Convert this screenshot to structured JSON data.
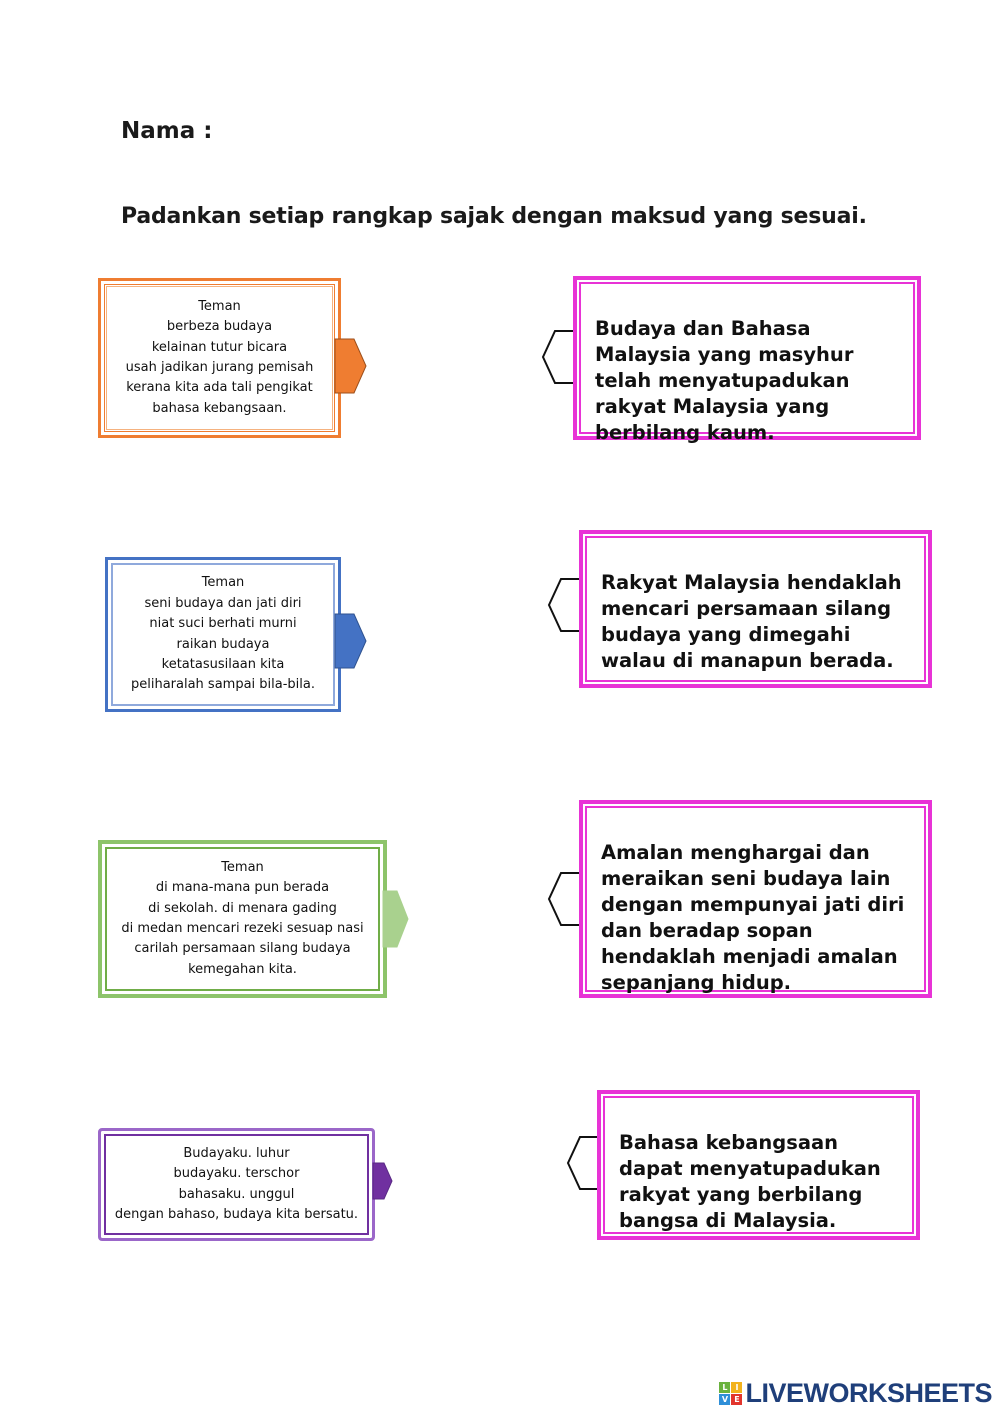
{
  "header": {
    "name_label": "Nama :",
    "instruction": "Padankan setiap rangkap sajak dengan maksud yang sesuai."
  },
  "stanzas": [
    {
      "color": "#ef7d31",
      "text": "Teman\nberbeza budaya\nkelainan tutur bicara\nusah jadikan jurang pemisah\nkerana kita ada tali pengikat\nbahasa kebangsaan."
    },
    {
      "color": "#4472c4",
      "text": "Teman\nseni budaya dan jati diri\nniat suci berhati murni\nraikan budaya\nketatasusilaan kita\npeliharalah sampai bila-bila."
    },
    {
      "color": "#70ad47",
      "text": "Teman\ndi mana-mana pun berada\ndi sekolah. di menara gading\ndi medan mencari rezeki sesuap nasi\ncarilah persamaan silang budaya\nkemegahan kita."
    },
    {
      "color": "#7030a0",
      "text": "Budayaku. luhur\nbudayaku. terschor\nbahasaku. unggul\ndengan bahaso, budaya kita bersatu."
    }
  ],
  "meanings": [
    {
      "color": "#e833d6",
      "text": "Budaya dan Bahasa\nMalaysia yang masyhur\ntelah menyatupadukan\nrakyat Malaysia yang\nberbilang kaum."
    },
    {
      "color": "#e833d6",
      "text": "Rakyat Malaysia hendaklah\nmencari persamaan silang\nbudaya yang dimegahi\nwalau di manapun berada."
    },
    {
      "color": "#e833d6",
      "text": "Amalan menghargai dan\nmeraikan seni budaya lain\ndengan mempunyai jati diri\ndan beradap sopan\nhendaklah menjadi amalan\nsepanjang hidup."
    },
    {
      "color": "#e833d6",
      "text": "Bahasa kebangsaan\ndapat menyatupadukan\nrakyat yang berbilang\nbangsa di Malaysia."
    }
  ],
  "footer": {
    "logo_text": "LIVEWORKSHEETS",
    "logo_letters": [
      "L",
      "I",
      "V",
      "E"
    ]
  }
}
